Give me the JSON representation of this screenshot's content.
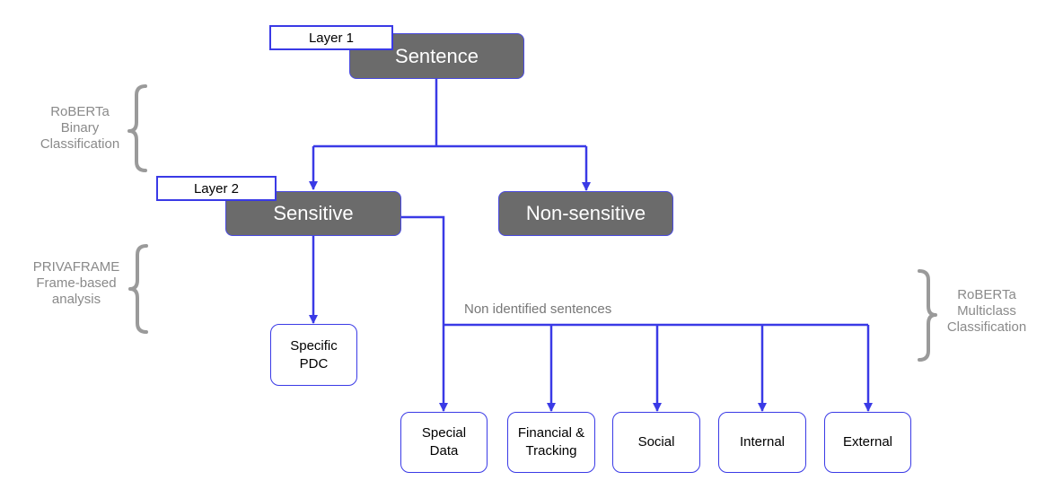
{
  "root": {
    "label": "Sentence",
    "layer_tag": "Layer 1"
  },
  "level2": {
    "sensitive": {
      "label": "Sensitive",
      "layer_tag": "Layer 2"
    },
    "non_sensitive": {
      "label": "Non-sensitive"
    }
  },
  "specific_pdc": {
    "line1": "Specific",
    "line2": "PDC"
  },
  "branch_label": "Non identified sentences",
  "categories": [
    {
      "line1": "Special",
      "line2": "Data"
    },
    {
      "line1": "Financial &",
      "line2": "Tracking"
    },
    {
      "line1": "Social",
      "line2": ""
    },
    {
      "line1": "Internal",
      "line2": ""
    },
    {
      "line1": "External",
      "line2": ""
    }
  ],
  "annotations": {
    "binary": {
      "line1": "RoBERTa",
      "line2": "Binary",
      "line3": "Classification"
    },
    "frame": {
      "line1": "PRIVAFRAME",
      "line2": "Frame-based",
      "line3": "analysis"
    },
    "multiclass": {
      "line1": "RoBERTa",
      "line2": "Multiclass",
      "line3": "Classification"
    }
  },
  "colors": {
    "connector": "#3a3ae6",
    "dark_node": "#6b6b6b",
    "brace": "#9a9a9a",
    "annotation_text": "#8a8a8a"
  }
}
